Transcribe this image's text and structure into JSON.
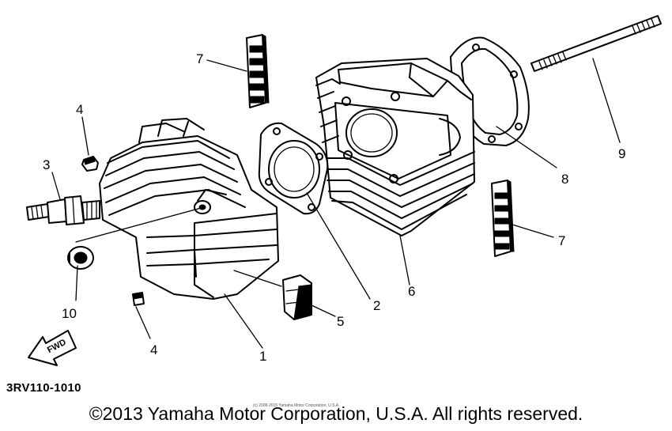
{
  "diagram": {
    "code": "3RV110-1010",
    "copyright": "©2013 Yamaha Motor Corporation, U.S.A. All rights reserved.",
    "fine_print": "(c) 2008-2015 Yamaha Motor Corporation, U.S.A.",
    "fwd_label": "FWD",
    "callouts": {
      "c1": "1",
      "c2": "2",
      "c3": "3",
      "c4a": "4",
      "c4b": "4",
      "c5": "5",
      "c6": "6",
      "c7a": "7",
      "c7b": "7",
      "c8": "8",
      "c9": "9",
      "c10": "10"
    }
  }
}
